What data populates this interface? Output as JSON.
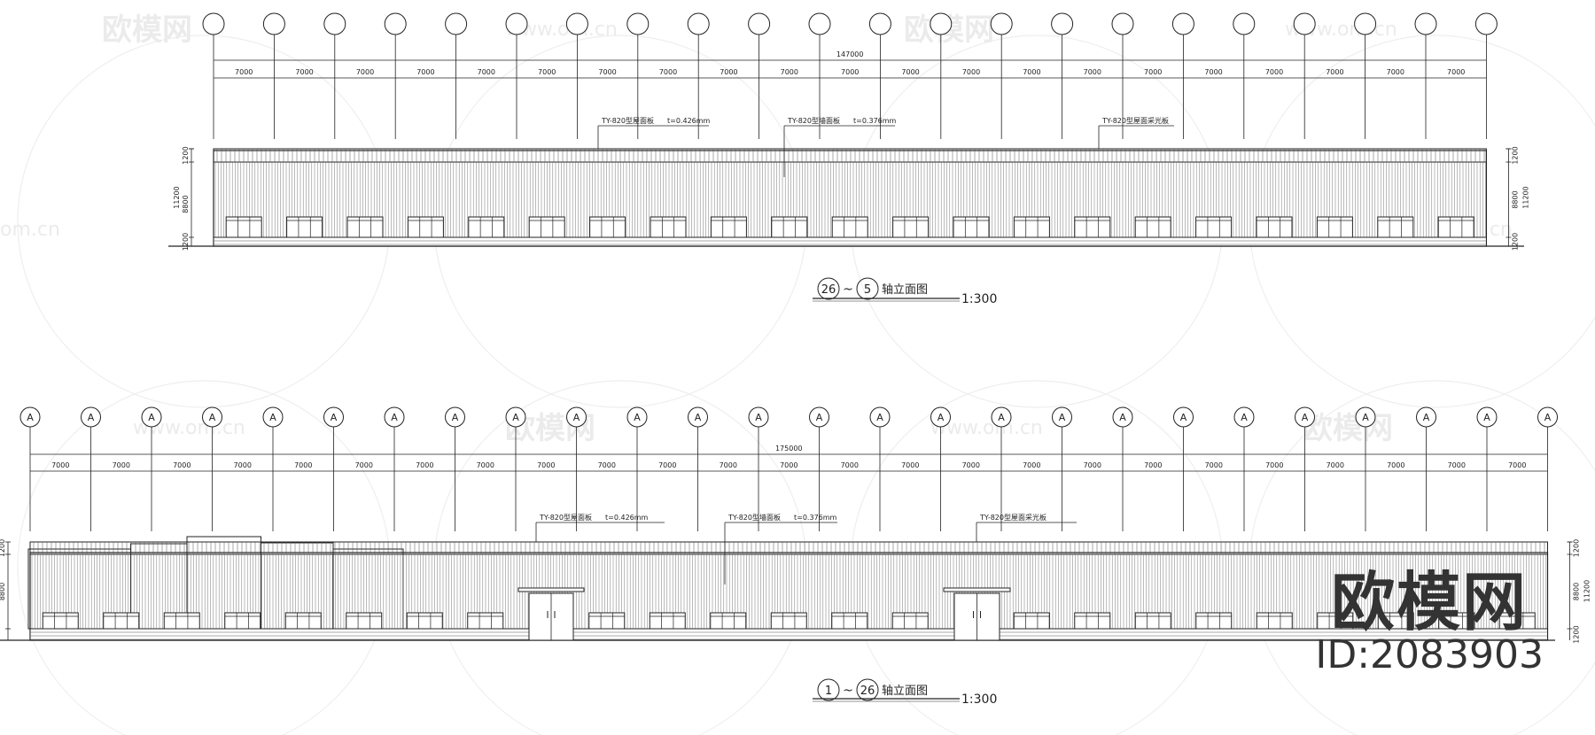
{
  "watermark": {
    "brand": "欧模网",
    "url": "www.om.cn",
    "url_short": "om.cn"
  },
  "id_mark": {
    "logo": "欧模网",
    "id": "ID:2083903"
  },
  "elevations": [
    {
      "axis_count": 22,
      "axis_label": "",
      "bay_label": "7000",
      "bay_count": 21,
      "total_label": "147000",
      "callouts": [
        {
          "text": "TY-820型屋面板",
          "extra": "t=0.426mm"
        },
        {
          "text": "TY-820型墙面板",
          "extra": "t=0.376mm"
        },
        {
          "text": "TY-820型屋面采光板",
          "extra": ""
        }
      ],
      "left_dims": [
        "1200",
        "8800",
        "11200",
        "1200"
      ],
      "right_dims": [
        "1200",
        "8800",
        "11200",
        "1200"
      ],
      "title_left": "26",
      "title_right": "5",
      "title_text": "轴立面图",
      "scale": "1:300",
      "window_count": 21
    },
    {
      "axis_count": 26,
      "axis_label": "A",
      "bay_label": "7000",
      "bay_count": 25,
      "total_label": "175000",
      "callouts": [
        {
          "text": "TY-820型屋面板",
          "extra": "t=0.426mm"
        },
        {
          "text": "TY-820型墙面板",
          "extra": "t=0.376mm"
        },
        {
          "text": "TY-820型屋面采光板",
          "extra": ""
        }
      ],
      "left_dims": [
        "1200",
        "8800",
        "1200"
      ],
      "right_dims": [
        "1200",
        "8800",
        "11200",
        "1200"
      ],
      "title_left": "1",
      "title_right": "26",
      "title_text": "轴立面图",
      "scale": "1:300",
      "window_count": 24
    }
  ]
}
